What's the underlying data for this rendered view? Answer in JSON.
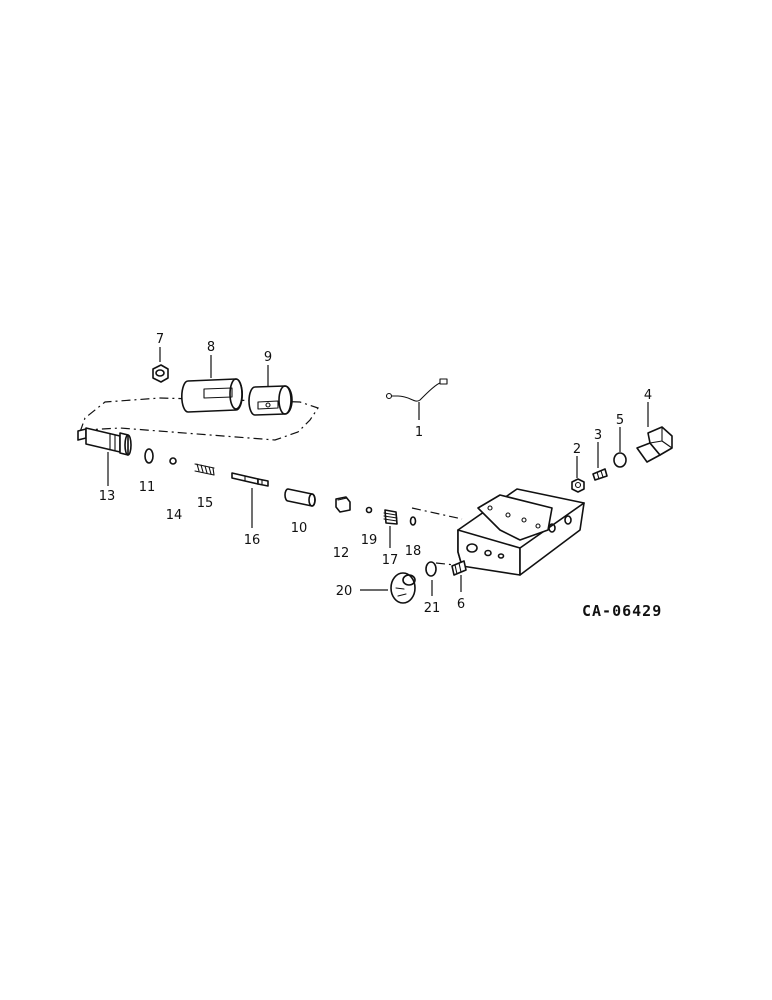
{
  "drawing_code": "CA-06429",
  "callouts": [
    "1",
    "2",
    "3",
    "4",
    "5",
    "6",
    "7",
    "8",
    "9",
    "10",
    "11",
    "12",
    "13",
    "14",
    "15",
    "16",
    "17",
    "18",
    "19",
    "20",
    "21"
  ]
}
